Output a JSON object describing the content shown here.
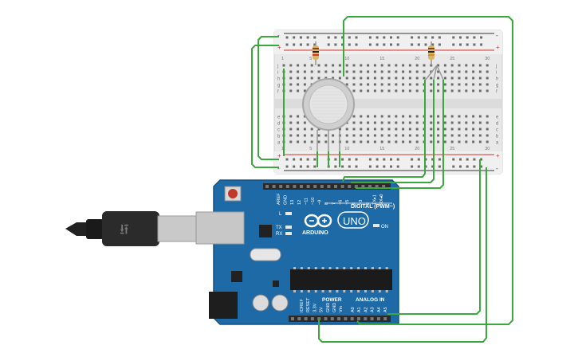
{
  "colors": {
    "board": "#1d6aa6",
    "board_dark": "#155386",
    "breadboard": "#e9e9e9",
    "breadboard_edge": "#cfcfcf",
    "wire_green": "#3aa83a",
    "rail_red": "#d9322b",
    "rail_dark": "#333333",
    "header": "#2a2a2a",
    "sensor": "#cfcfcf",
    "usb_cable": "#222222"
  },
  "arduino": {
    "logo_text": "ARDUINO",
    "model": "UNO",
    "digital_label": "DIGITAL (PWM~)",
    "power_label": "POWER",
    "analog_label": "ANALOG IN",
    "on_label": "ON",
    "led_l": "L",
    "led_tx": "TX",
    "led_rx": "RX",
    "top_pins": [
      "AREF",
      "GND",
      "13",
      "12",
      "~11",
      "~10",
      "~9",
      "8",
      "7",
      "~6",
      "~5",
      "4",
      "~3",
      "2",
      "TX▸1",
      "RX◂0"
    ],
    "power_pins": [
      "IOREF",
      "RESET",
      "3.3V",
      "5V",
      "GND",
      "GND",
      "Vin"
    ],
    "analog_pins": [
      "A0",
      "A1",
      "A2",
      "A3",
      "A4",
      "A5"
    ]
  },
  "breadboard": {
    "row_letters_top": [
      "j",
      "i",
      "h",
      "g",
      "f"
    ],
    "row_letters_bottom": [
      "e",
      "d",
      "c",
      "b",
      "a"
    ],
    "column_numbers": [
      "1",
      "5",
      "10",
      "15",
      "20",
      "25",
      "30"
    ],
    "rail_plus": "+",
    "rail_minus": "-"
  }
}
